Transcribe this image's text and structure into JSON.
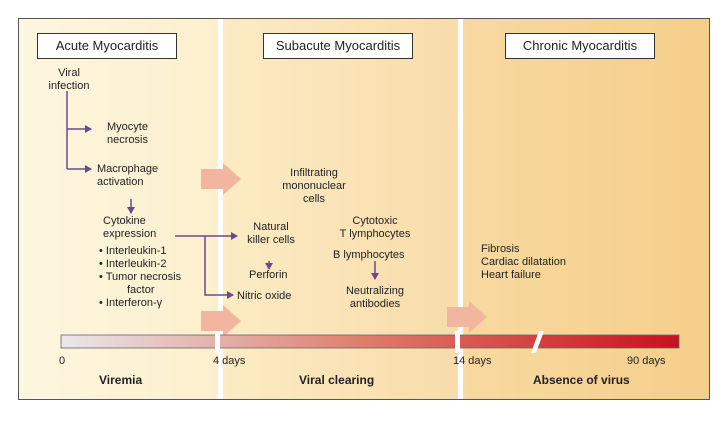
{
  "headers": {
    "acute": "Acute Myocarditis",
    "subacute": "Subacute Myocarditis",
    "chronic": "Chronic Myocarditis"
  },
  "acute": {
    "viral_infection": [
      "Viral",
      "infection"
    ],
    "myocyte_necrosis": [
      "Myocyte",
      "necrosis"
    ],
    "macrophage_activation": [
      "Macrophage",
      "activation"
    ],
    "cytokine_expression": [
      "Cytokine",
      "expression"
    ],
    "cytokines": [
      "• Interleukin-1",
      "• Interleukin-2",
      "• Tumor necrosis",
      "factor",
      "• Interferon-γ"
    ]
  },
  "subacute": {
    "infiltrating": [
      "Infiltrating",
      "mononuclear",
      "cells"
    ],
    "natural_killer": [
      "Natural",
      "killer cells"
    ],
    "perforin": "Perforin",
    "nitric_oxide": "Nitric oxide",
    "cytotoxic": [
      "Cytotoxic",
      "T lymphocytes"
    ],
    "b_lymphocytes": "B lymphocytes",
    "neutralizing": [
      "Neutralizing",
      "antibodies"
    ]
  },
  "chronic": {
    "outcomes": [
      "Fibrosis",
      "Cardiac dilatation",
      "Heart failure"
    ]
  },
  "timeline": {
    "ticks": [
      "0",
      "4 days",
      "14 days",
      "90 days"
    ],
    "phases": [
      "Viremia",
      "Viral clearing",
      "Absence of virus"
    ]
  },
  "colors": {
    "arrow": "#6b4a8a",
    "big_arrow": "#f2b6a0",
    "timeline_start": "#e8e8ec",
    "timeline_end": "#c8101e"
  }
}
